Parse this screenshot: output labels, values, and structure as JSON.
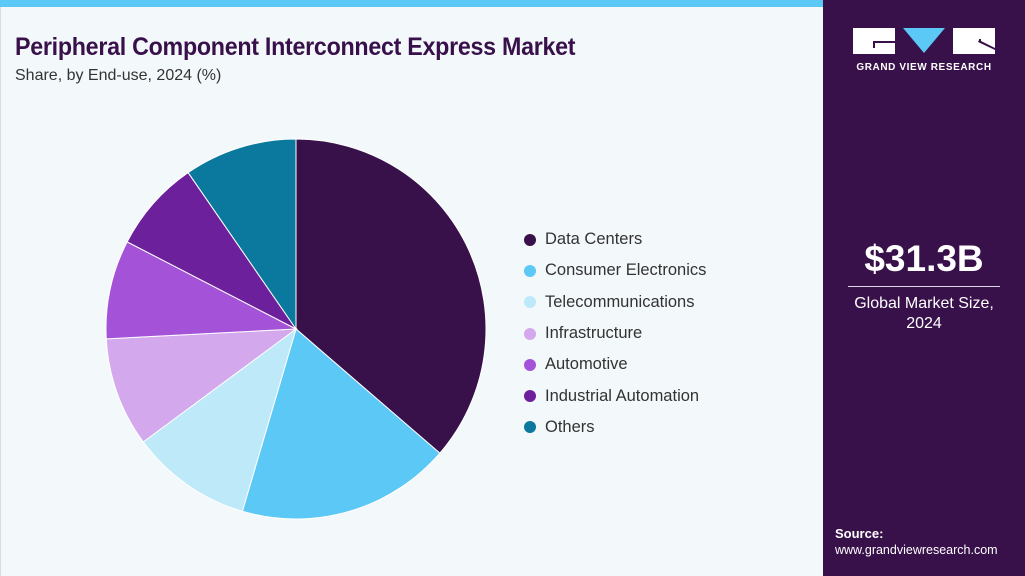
{
  "header": {
    "title": "Peripheral Component Interconnect Express Market",
    "subtitle": "Share, by End-use, 2024 (%)"
  },
  "legend": {
    "items": [
      {
        "label": "Data Centers",
        "color": "#38104a"
      },
      {
        "label": "Consumer Electronics",
        "color": "#5bc8f5"
      },
      {
        "label": "Telecommunications",
        "color": "#bde9f9"
      },
      {
        "label": "Infrastructure",
        "color": "#d4a8ec"
      },
      {
        "label": "Automotive",
        "color": "#a452d8"
      },
      {
        "label": "Industrial Automation",
        "color": "#6c209c"
      },
      {
        "label": "Others",
        "color": "#0b789e"
      }
    ]
  },
  "sidebar": {
    "brand": "GRAND VIEW RESEARCH",
    "market_value": "$31.3B",
    "market_label_line1": "Global Market Size,",
    "market_label_line2": "2024",
    "source_title": "Source:",
    "source_url": "www.grandviewresearch.com"
  },
  "colors": {
    "brand_purple": "#38104a",
    "accent_blue": "#5bc8f5",
    "background": "#f3f8fb"
  },
  "chart_data": {
    "type": "pie",
    "title": "Peripheral Component Interconnect Express Market",
    "subtitle": "Share, by End-use, 2024 (%)",
    "categories": [
      "Data Centers",
      "Consumer Electronics",
      "Telecommunications",
      "Infrastructure",
      "Automotive",
      "Industrial Automation",
      "Others"
    ],
    "values": [
      36.3,
      18.2,
      10.3,
      9.3,
      8.4,
      7.8,
      9.6
    ],
    "colors": [
      "#38104a",
      "#5bc8f5",
      "#bde9f9",
      "#d4a8ec",
      "#a452d8",
      "#6c209c",
      "#0b789e"
    ],
    "start_angle_deg": 0,
    "direction": "clockwise",
    "legend_position": "right",
    "data_labels": false
  }
}
